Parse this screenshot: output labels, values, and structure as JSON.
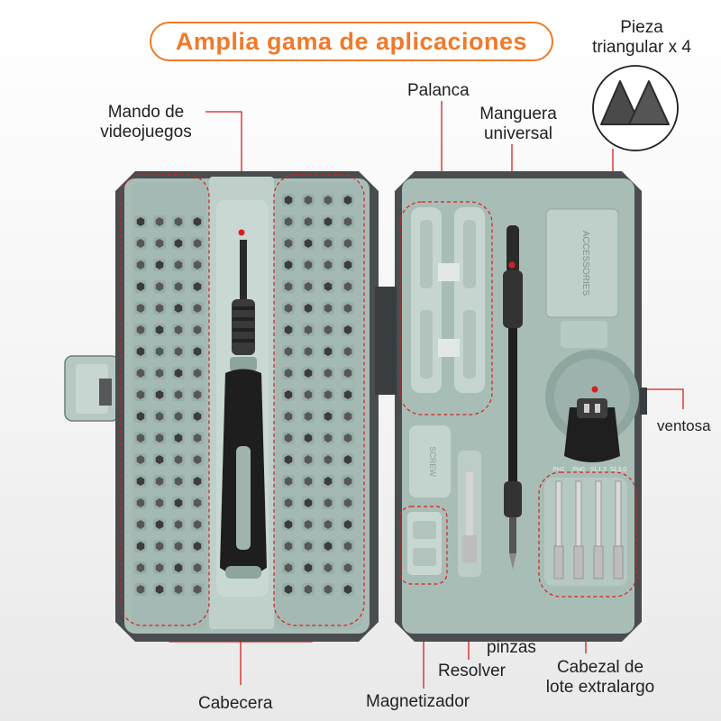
{
  "title": "Amplia gama de aplicaciones",
  "labels": {
    "pieza_line1": "Pieza",
    "pieza_line2": "triangular x 4",
    "palanca": "Palanca",
    "manguera_line1": "Manguera",
    "manguera_line2": "universal",
    "mando_line1": "Mando de",
    "mando_line2": "videojuegos",
    "ventosa": "ventosa",
    "pinzas": "pinzas",
    "resolver": "Resolver",
    "cabezal_line1": "Cabezal de",
    "cabezal_line2": "lote extralargo",
    "cabecera": "Cabecera",
    "magnetizador": "Magnetizador"
  },
  "case_print": {
    "accessories": "ACCESSORIES",
    "screw": "SCREW",
    "bit_sizes": [
      "PH1",
      "PH0",
      "SL1.5",
      "SL3.0"
    ]
  },
  "colors": {
    "accent_orange": "#f07a2a",
    "callout_red": "#d42020",
    "case_dark": "#4a4d4f",
    "tray_mint": "#a9bdb7",
    "tray_mint_light": "#c3d3ce"
  }
}
